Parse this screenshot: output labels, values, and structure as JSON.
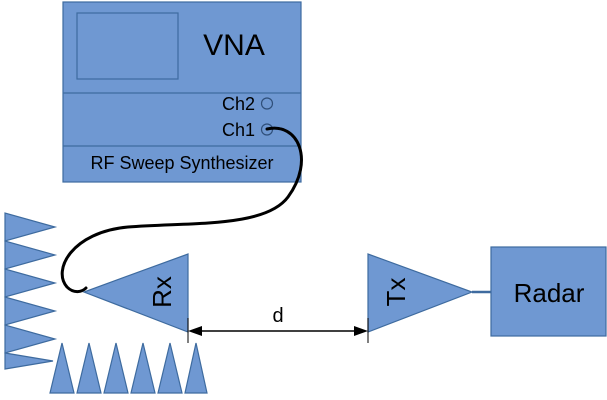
{
  "vna": {
    "title": "VNA",
    "ch2_label": "Ch2",
    "ch1_label": "Ch1",
    "synth_label": "RF Sweep Synthesizer"
  },
  "rx_label": "Rx",
  "tx_label": "Tx",
  "radar_label": "Radar",
  "distance_label": "d",
  "colors": {
    "block_fill": "#6f98d2",
    "block_stroke": "#3e6b9f",
    "cable": "#000000"
  }
}
